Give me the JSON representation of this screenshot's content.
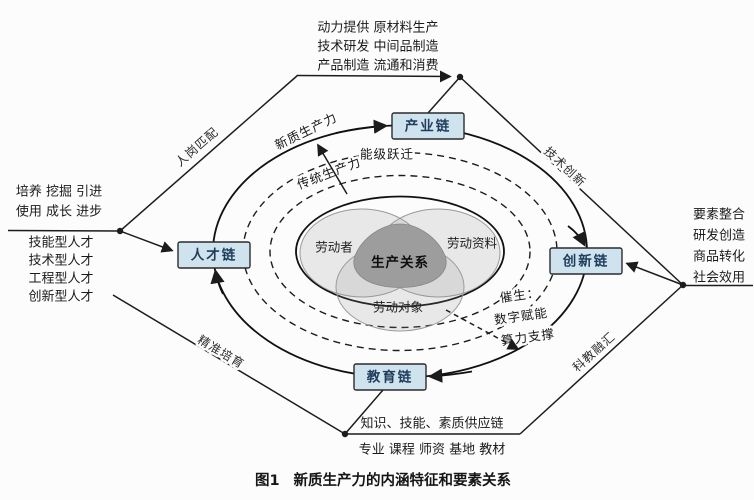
{
  "figure": {
    "caption_fig_label": "图1",
    "caption_title": "新质生产力的内涵特征和要素关系"
  },
  "chains": {
    "industry": "产业链",
    "talent": "人才链",
    "innovation": "创新链",
    "education": "教育链"
  },
  "edge_labels": {
    "top_left": "人岗匹配",
    "top_right": "技术创新",
    "bottom_left": "精准培育",
    "bottom_right": "科教融汇"
  },
  "rings": {
    "outer": "新质生产力",
    "inner": "传统生产力",
    "transition": "能级跃迁",
    "catalyze": [
      "催生：",
      "数字赋能",
      "算力支撑"
    ]
  },
  "venn": {
    "left": "劳动者",
    "right": "劳动资料",
    "bottom": "劳动对象",
    "center": "生产关系"
  },
  "text_blocks": {
    "top": [
      "动力提供 原材料生产",
      "技术研发 中间品制造",
      "产品制造 流通和消费"
    ],
    "left_upper": [
      "培养 挖掘 引进",
      "使用 成长 进步"
    ],
    "left_lower": [
      "技能型人才",
      "技术型人才",
      "工程型人才",
      "创新型人才"
    ],
    "right": [
      "要素整合",
      "研发创造",
      "商品转化",
      "社会效用"
    ],
    "bottom": [
      "知识、技能、素质供应链",
      "专业 课程 师资 基地 教材"
    ]
  },
  "colors": {
    "box_fill": "#cfe3ee",
    "box_border": "#2b2b2b",
    "line": "#1c1c1c",
    "venn_center_fill": "#9d9d9d"
  }
}
